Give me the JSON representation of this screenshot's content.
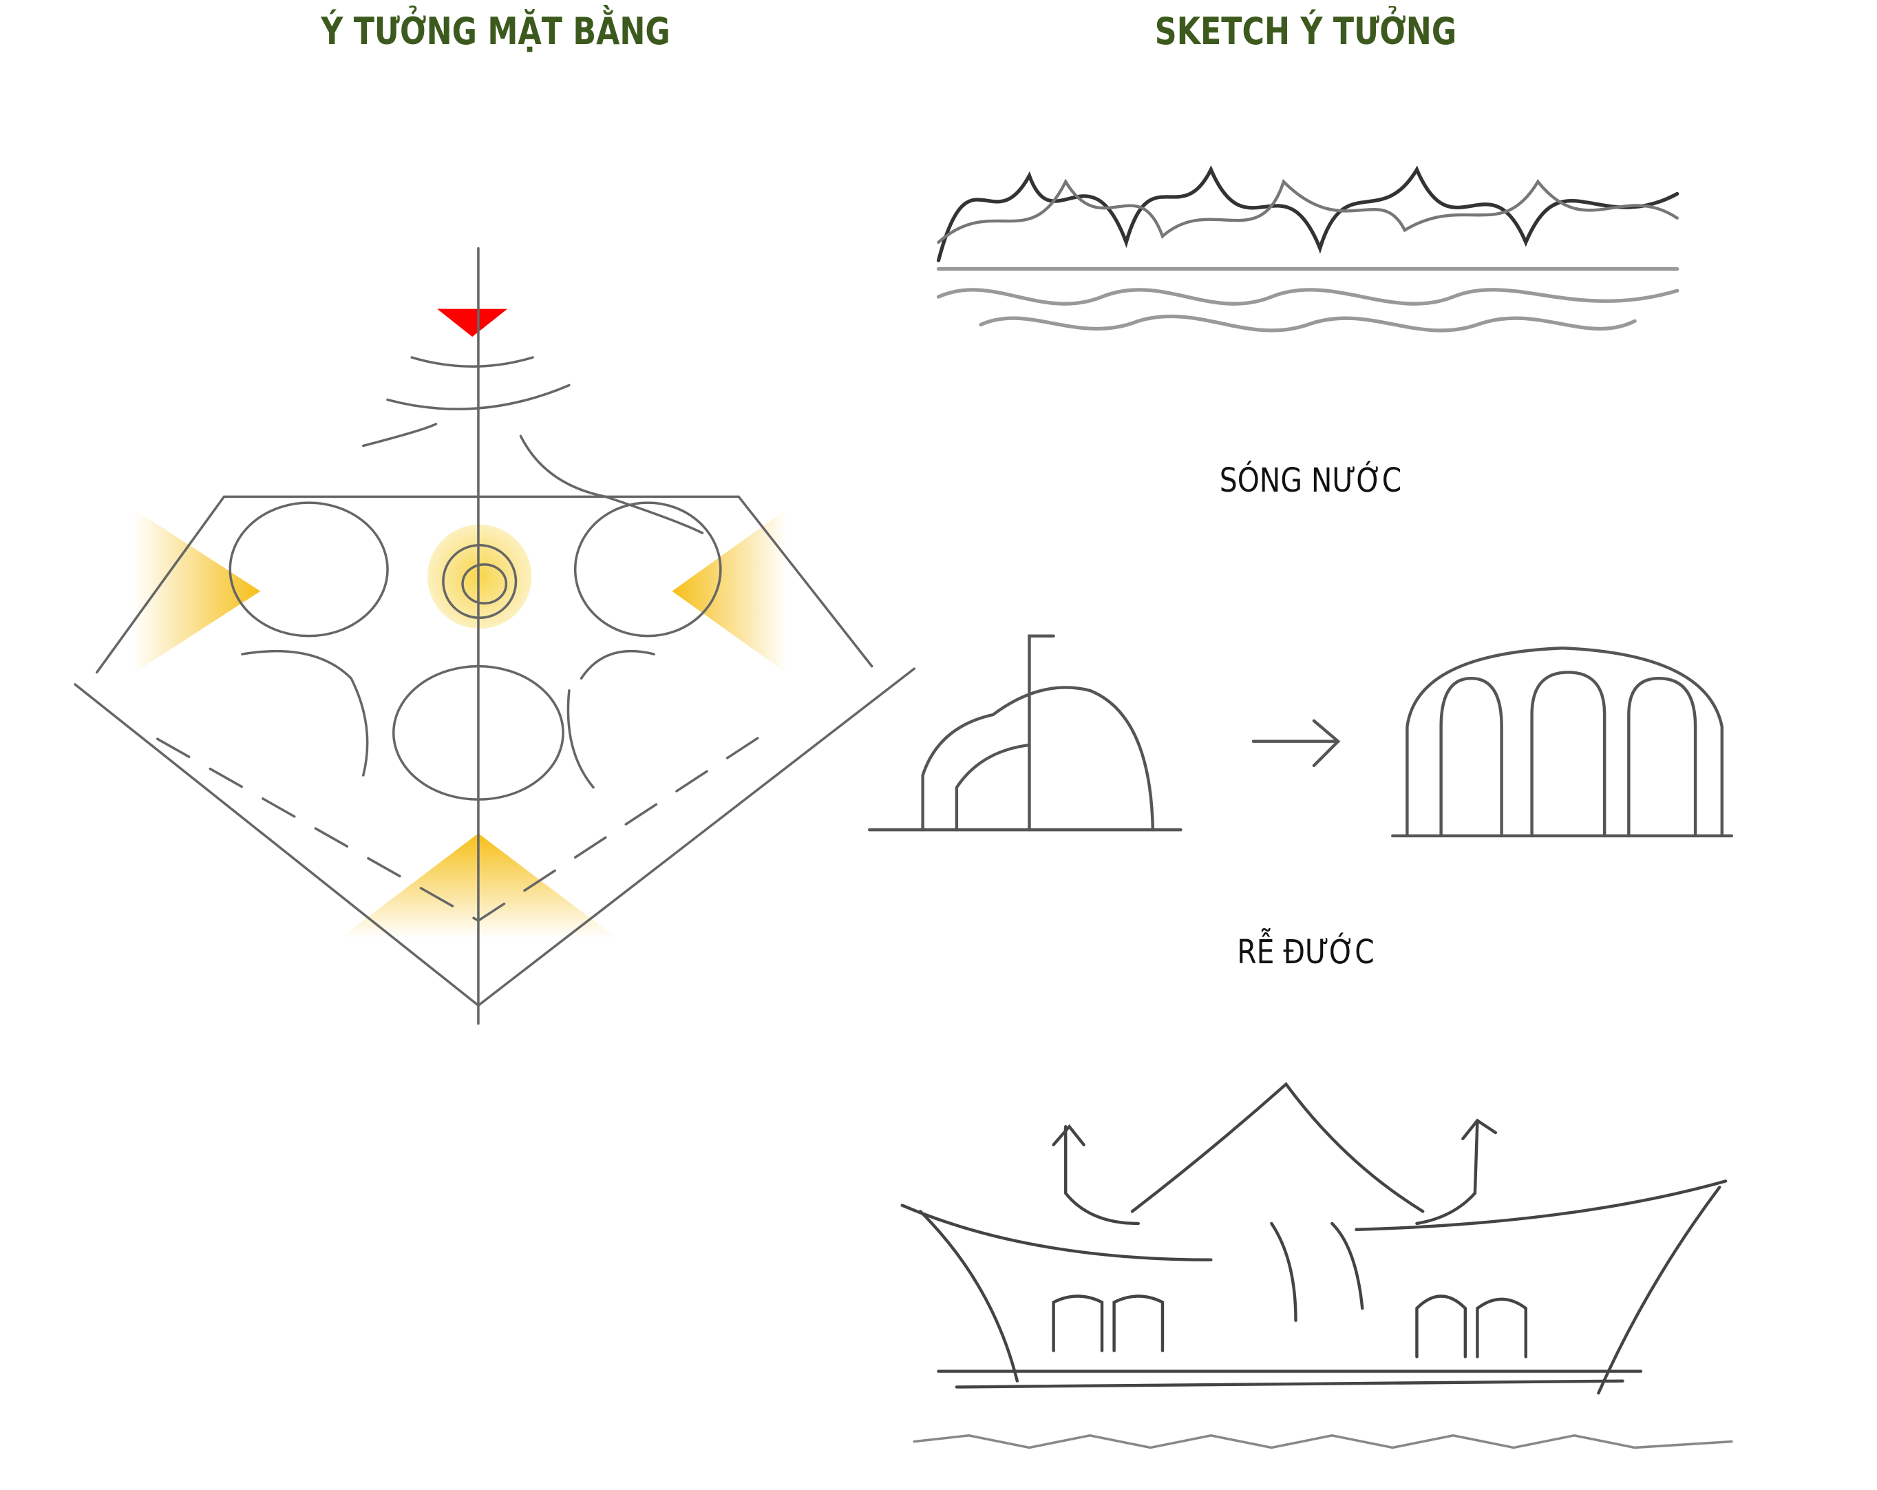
{
  "titles": {
    "left": "Ý TƯỞNG MẶT BẰNG",
    "right": "SKETCH Ý TƯỞNG"
  },
  "labels": {
    "waves": "SÓNG NƯỚC",
    "roots": "RỄ ĐƯỚC"
  },
  "colors": {
    "title": "#3d5a1e",
    "marker_red": "#ff0000",
    "highlight_yellow": "#f5b800",
    "sketch_stroke": "#555555"
  }
}
